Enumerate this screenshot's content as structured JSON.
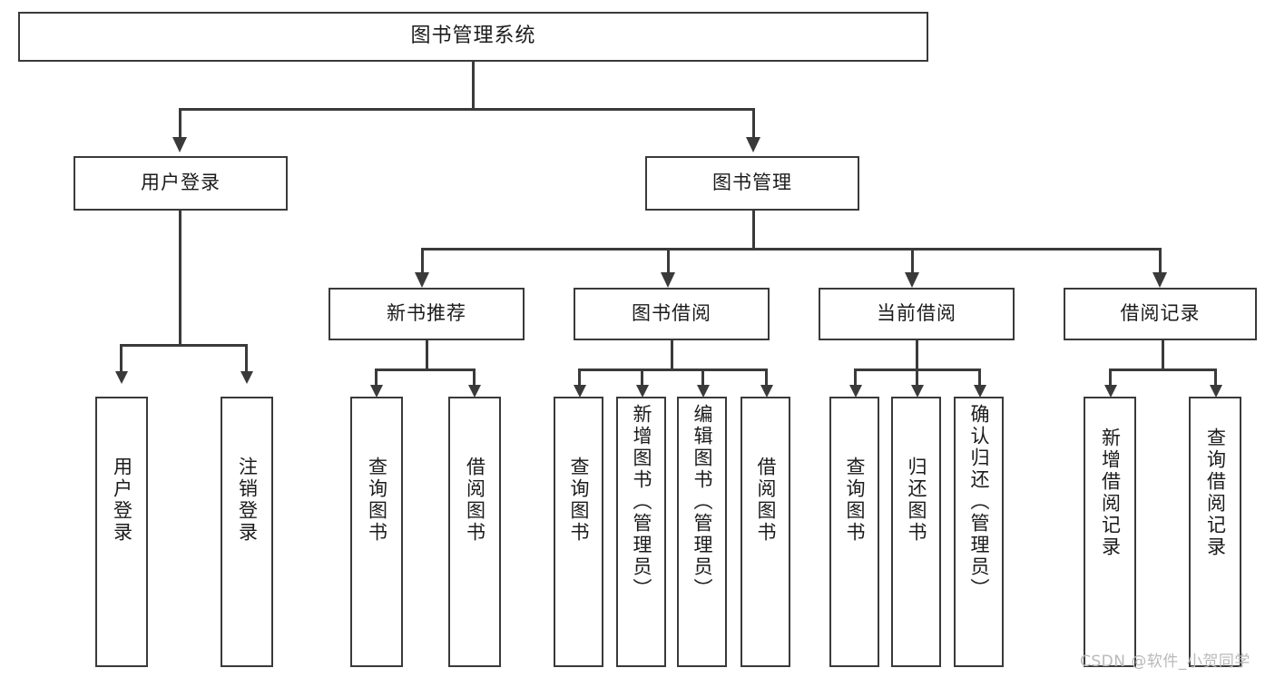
{
  "diagram": {
    "type": "tree-hierarchy",
    "title": "图书管理系统",
    "root": {
      "label": "图书管理系统"
    },
    "level2": [
      {
        "label": "用户登录"
      },
      {
        "label": "图书管理"
      }
    ],
    "level3": [
      {
        "label": "新书推荐"
      },
      {
        "label": "图书借阅"
      },
      {
        "label": "当前借阅"
      },
      {
        "label": "借阅记录"
      }
    ],
    "leaves": {
      "user_login": [
        {
          "label": "用户登录"
        },
        {
          "label": "注销登录"
        }
      ],
      "new_book_recommend": [
        {
          "label": "查询图书"
        },
        {
          "label": "借阅图书"
        }
      ],
      "book_borrow": [
        {
          "label": "查询图书"
        },
        {
          "label": "新增图书（管理员）"
        },
        {
          "label": "编辑图书（管理员）"
        },
        {
          "label": "借阅图书"
        }
      ],
      "current_borrow": [
        {
          "label": "查询图书"
        },
        {
          "label": "归还图书"
        },
        {
          "label": "确认归还（管理员）"
        }
      ],
      "borrow_record": [
        {
          "label": "新增借阅记录"
        },
        {
          "label": "查询借阅记录"
        }
      ]
    }
  },
  "watermark": {
    "text": "CSDN @软件_小贺同学"
  },
  "colors": {
    "stroke": "#3a3a3a",
    "background": "#ffffff",
    "text": "#1b1b1b",
    "watermark": "#b9b9b9"
  }
}
